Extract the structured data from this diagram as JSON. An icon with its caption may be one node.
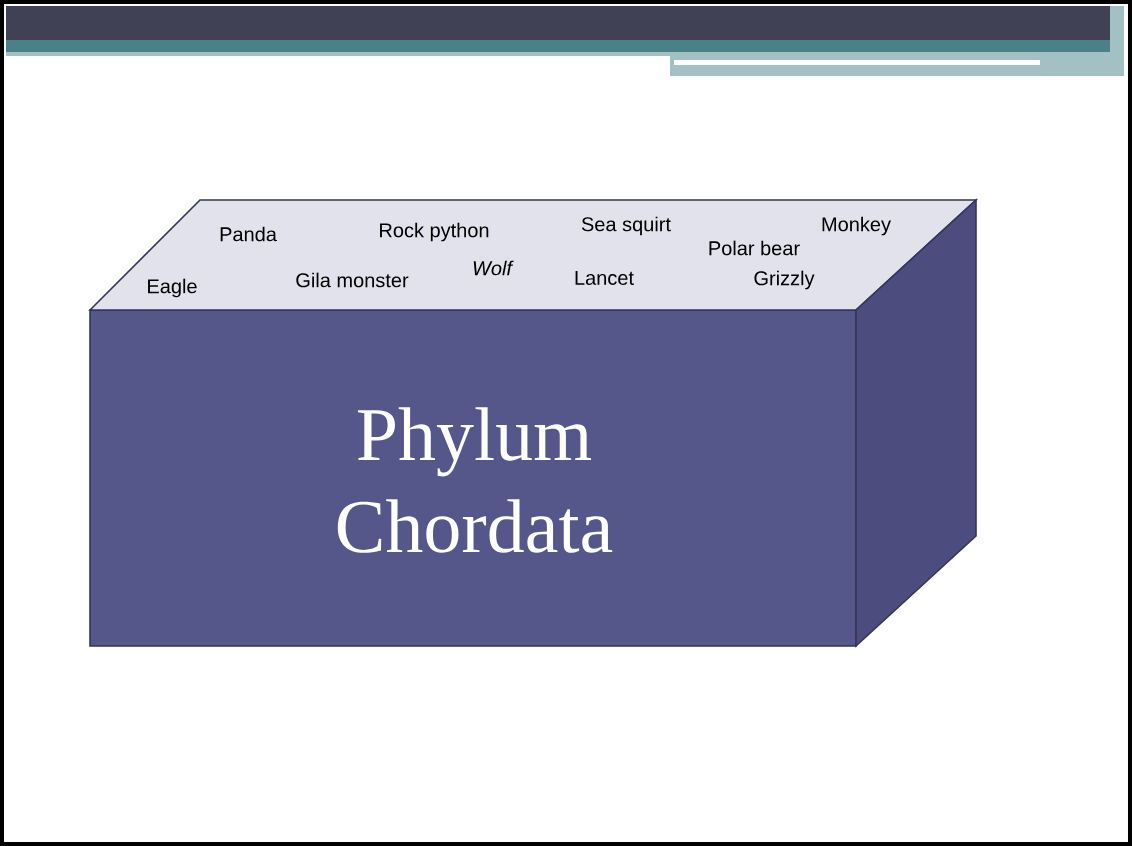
{
  "diagram": {
    "nodes": [
      {
        "text": [
          "Panda",
          "Rock python",
          "Sea squirt",
          "Monkey",
          "Polar bear",
          "Eagle",
          "Gila monster",
          "Wolf",
          "Lancet",
          "Grizzly",
          "Phylum Chordata"
        ]
      }
    ]
  }
}
